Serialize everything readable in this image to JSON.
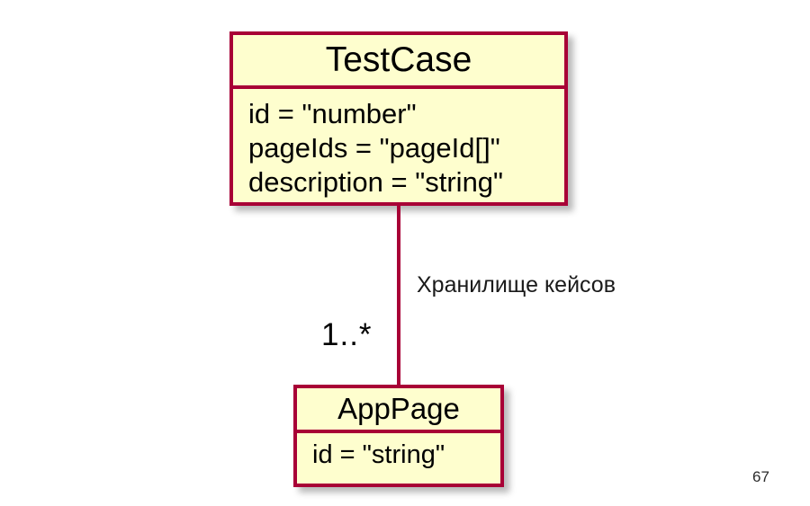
{
  "slide": {
    "background_color": "#ffffff",
    "number": "67"
  },
  "diagram": {
    "type": "uml-class-diagram",
    "colors": {
      "class_fill": "#fefece",
      "class_border": "#a80036",
      "text": "#000000"
    },
    "classes": [
      {
        "id": "testcase",
        "name": "TestCase",
        "attributes": [
          "id = \"number\"",
          "pageIds = \"pageId[]\"",
          "description = \"string\""
        ]
      },
      {
        "id": "apppage",
        "name": "AppPage",
        "attributes": [
          "id = \"string\""
        ]
      }
    ],
    "association": {
      "from": "TestCase",
      "to": "AppPage",
      "label": "Хранилище кейсов",
      "multiplicity": "1..*"
    }
  }
}
